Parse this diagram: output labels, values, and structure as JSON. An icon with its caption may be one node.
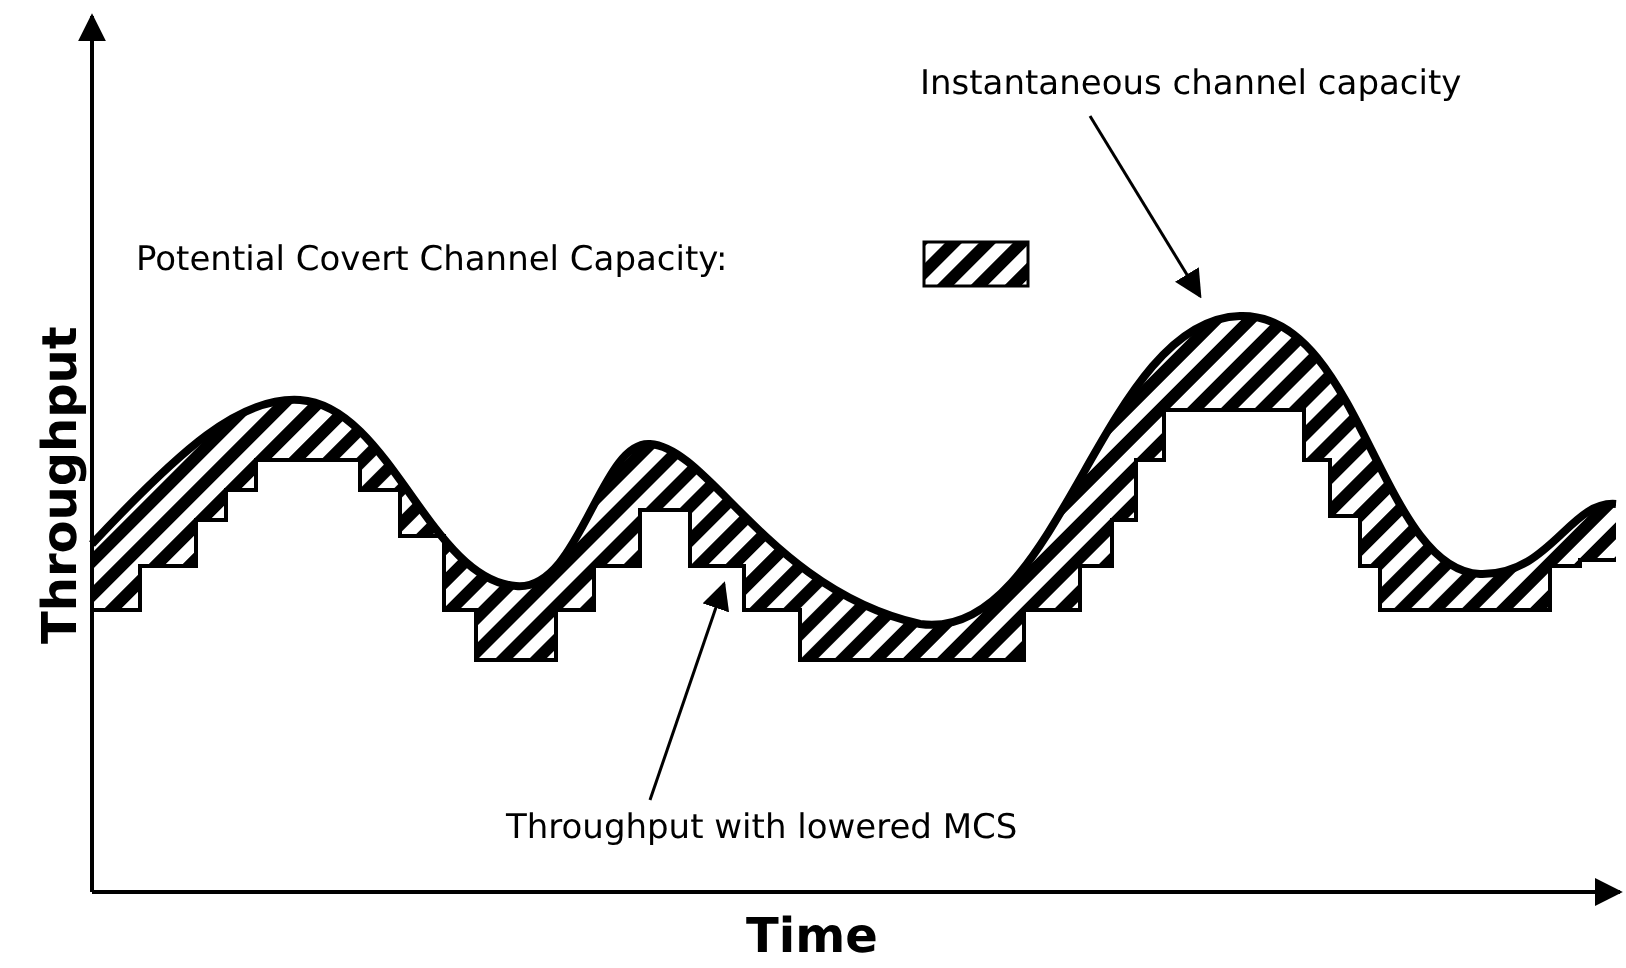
{
  "diagram": {
    "nodes": [
      {
        "text": [
          "Instantaneous channel capacity"
        ]
      },
      {
        "text": [],
        "shape": "curve"
      },
      {
        "text": [
          "Throughput with lowered MCS"
        ]
      },
      {
        "text": [],
        "shape": "staircase"
      }
    ],
    "edges": [
      {
        "from": 0,
        "to": 1,
        "arrow": "to"
      },
      {
        "from": 2,
        "to": 3,
        "arrow": "to"
      }
    ],
    "labels": [
      "Throughput",
      "Time"
    ],
    "legend": [
      {
        "text": "Potential Covert Channel Capacity:"
      }
    ]
  }
}
